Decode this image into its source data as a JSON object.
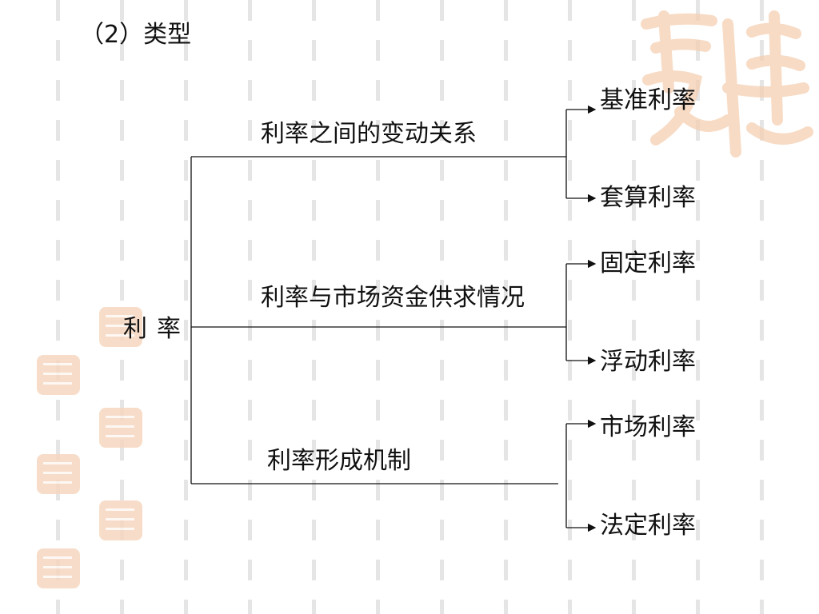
{
  "slide": {
    "title": "（2）类型"
  },
  "diagram": {
    "root": "利率",
    "branches": [
      {
        "label": "利率之间的变动关系",
        "leaves": [
          "基准利率",
          "套算利率"
        ]
      },
      {
        "label": "利率与市场资金供求情况",
        "leaves": [
          "固定利率",
          "浮动利率"
        ]
      },
      {
        "label": "利率形成机制",
        "leaves": [
          "市场利率",
          "法定利率"
        ]
      }
    ]
  },
  "colors": {
    "text": "#111111",
    "line": "#111111",
    "seal": "#f6d8c0"
  },
  "icons": {
    "seal": "auspicious-seal-icon"
  }
}
